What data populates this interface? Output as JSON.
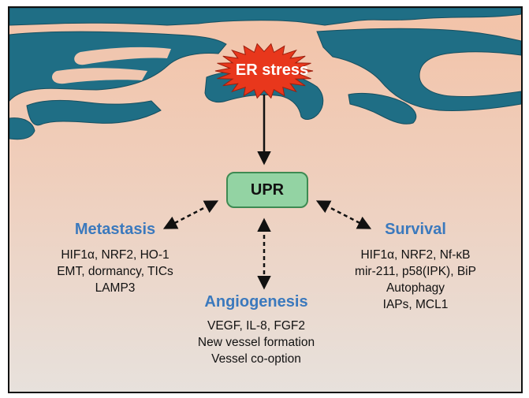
{
  "stress": {
    "label": "ER stress"
  },
  "hub": {
    "label": "UPR"
  },
  "metastasis": {
    "title": "Metastasis",
    "lines": [
      "HIF1α, NRF2, HO-1",
      "EMT, dormancy, TICs",
      "LAMP3"
    ]
  },
  "angiogenesis": {
    "title": "Angiogenesis",
    "lines": [
      "VEGF, IL-8, FGF2",
      "New vessel formation",
      "Vessel co-option"
    ]
  },
  "survival": {
    "title": "Survival",
    "lines": [
      "HIF1α, NRF2, Nf-κB",
      "mir-211, p58(IPK), BiP",
      "Autophagy",
      "IAPs, MCL1"
    ]
  },
  "colors": {
    "er_membrane": "#1f6e85",
    "stress_burst": "#e8371c",
    "hub_fill": "#93d3a3",
    "hub_border": "#3e8a52",
    "heading_text": "#3b79bd"
  }
}
